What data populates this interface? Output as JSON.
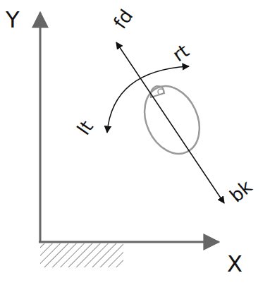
{
  "diagram": {
    "labels": [
      "Y",
      "X",
      "fd",
      "rt",
      "lt",
      "bk"
    ]
  }
}
